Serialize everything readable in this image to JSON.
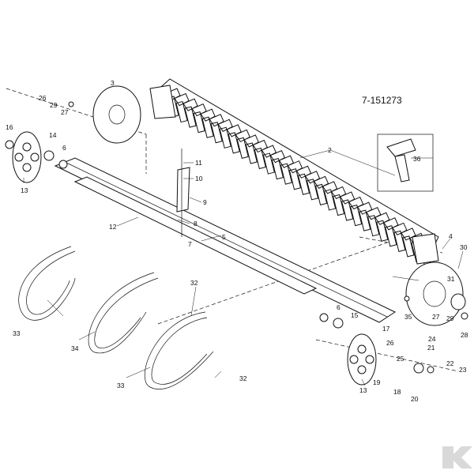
{
  "drawing_number": "7-151273",
  "callouts": {
    "c2": "2",
    "c3": "3",
    "c4": "4",
    "c5": "5",
    "c6a": "6",
    "c6b": "6",
    "c7": "7",
    "c8": "8",
    "c9": "9",
    "c10": "10",
    "c11": "11",
    "c12": "12",
    "c13a": "13",
    "c13b": "13",
    "c14": "14",
    "c15": "15",
    "c16": "16",
    "c17": "17",
    "c18": "18",
    "c19": "19",
    "c20": "20",
    "c21": "21",
    "c22": "22",
    "c23": "23",
    "c24": "24",
    "c25": "25",
    "c26a": "26",
    "c26b": "26",
    "c27a": "27",
    "c27b": "27",
    "c28": "28",
    "c29a": "29",
    "c29b": "29",
    "c30": "30",
    "c31": "31",
    "c32a": "32",
    "c32b": "32",
    "c33a": "33",
    "c33b": "33",
    "c34": "34",
    "c35": "35",
    "c36": "36"
  },
  "icons": {
    "brand_logo": "k-logo-icon"
  },
  "colors": {
    "line": "#111111",
    "background": "#ffffff",
    "logo": "#d9d9d9"
  }
}
